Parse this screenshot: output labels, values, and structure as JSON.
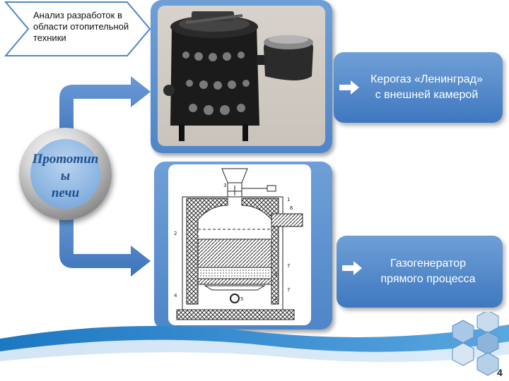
{
  "title_banner": {
    "text": "Анализ разработок в области отопительной техники"
  },
  "center_circle": {
    "line1": "Прототип",
    "line2": "ы",
    "line3": "печи"
  },
  "items": [
    {
      "label": "Керогаз «Ленинград»\nс внешней камерой"
    },
    {
      "label": "Газогенератор\nпрямого процесса"
    }
  ],
  "diagram": {
    "callouts": [
      "1",
      "2",
      "3",
      "4",
      "5",
      "6",
      "7",
      "7",
      "3",
      "1"
    ]
  },
  "page": {
    "number": "4"
  },
  "colors": {
    "accent_blue": "#4f86c8",
    "dark_blue": "#1f4f8f",
    "wave_blue": "#1d78c2"
  }
}
